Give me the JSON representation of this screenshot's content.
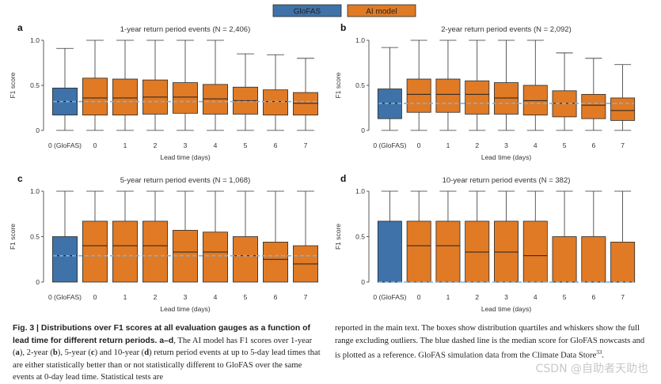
{
  "legend": {
    "items": [
      {
        "label": "GloFAS",
        "color": "#3f72a8"
      },
      {
        "label": "AI model",
        "color": "#e07a25"
      }
    ]
  },
  "reference_line_color": "#7fb0dc",
  "chart_data": [
    {
      "type": "box",
      "letter": "a",
      "title": "1-year return period events (N = 2,406)",
      "xlabel": "Lead time (days)",
      "ylabel": "F1 score",
      "ylim": [
        0,
        1.0
      ],
      "yticks": [
        "0",
        "0.5",
        "1.0"
      ],
      "categories": [
        "0 (GloFAS)",
        "0",
        "1",
        "2",
        "3",
        "4",
        "5",
        "6",
        "7"
      ],
      "reference_median": 0.32,
      "boxes": [
        {
          "model": "GloFAS",
          "min": 0,
          "q1": 0.17,
          "median": 0.32,
          "q3": 0.47,
          "max": 0.91
        },
        {
          "model": "AI model",
          "min": 0,
          "q1": 0.17,
          "median": 0.36,
          "q3": 0.58,
          "max": 1.0
        },
        {
          "model": "AI model",
          "min": 0,
          "q1": 0.17,
          "median": 0.36,
          "q3": 0.57,
          "max": 1.0
        },
        {
          "model": "AI model",
          "min": 0,
          "q1": 0.18,
          "median": 0.37,
          "q3": 0.56,
          "max": 1.0
        },
        {
          "model": "AI model",
          "min": 0,
          "q1": 0.19,
          "median": 0.37,
          "q3": 0.53,
          "max": 1.0
        },
        {
          "model": "AI model",
          "min": 0,
          "q1": 0.18,
          "median": 0.35,
          "q3": 0.51,
          "max": 1.0
        },
        {
          "model": "AI model",
          "min": 0,
          "q1": 0.18,
          "median": 0.33,
          "q3": 0.48,
          "max": 0.85
        },
        {
          "model": "AI model",
          "min": 0,
          "q1": 0.17,
          "median": 0.32,
          "q3": 0.45,
          "max": 0.84
        },
        {
          "model": "AI model",
          "min": 0,
          "q1": 0.17,
          "median": 0.3,
          "q3": 0.42,
          "max": 0.8
        }
      ]
    },
    {
      "type": "box",
      "letter": "b",
      "title": "2-year return period events (N = 2,092)",
      "xlabel": "Lead time (days)",
      "ylabel": "F1 score",
      "ylim": [
        0,
        1.0
      ],
      "yticks": [
        "0",
        "0.5",
        "1.0"
      ],
      "categories": [
        "0 (GloFAS)",
        "0",
        "1",
        "2",
        "3",
        "4",
        "5",
        "6",
        "7"
      ],
      "reference_median": 0.3,
      "boxes": [
        {
          "model": "GloFAS",
          "min": 0,
          "q1": 0.13,
          "median": 0.3,
          "q3": 0.46,
          "max": 0.92
        },
        {
          "model": "AI model",
          "min": 0,
          "q1": 0.2,
          "median": 0.4,
          "q3": 0.57,
          "max": 1.0
        },
        {
          "model": "AI model",
          "min": 0,
          "q1": 0.2,
          "median": 0.4,
          "q3": 0.57,
          "max": 1.0
        },
        {
          "model": "AI model",
          "min": 0,
          "q1": 0.18,
          "median": 0.4,
          "q3": 0.55,
          "max": 1.0
        },
        {
          "model": "AI model",
          "min": 0,
          "q1": 0.18,
          "median": 0.36,
          "q3": 0.53,
          "max": 1.0
        },
        {
          "model": "AI model",
          "min": 0,
          "q1": 0.17,
          "median": 0.33,
          "q3": 0.5,
          "max": 1.0
        },
        {
          "model": "AI model",
          "min": 0,
          "q1": 0.15,
          "median": 0.3,
          "q3": 0.44,
          "max": 0.86
        },
        {
          "model": "AI model",
          "min": 0,
          "q1": 0.13,
          "median": 0.28,
          "q3": 0.4,
          "max": 0.8
        },
        {
          "model": "AI model",
          "min": 0,
          "q1": 0.11,
          "median": 0.22,
          "q3": 0.36,
          "max": 0.73
        }
      ]
    },
    {
      "type": "box",
      "letter": "c",
      "title": "5-year return period events (N = 1,068)",
      "xlabel": "Lead time (days)",
      "ylabel": "F1 score",
      "ylim": [
        0,
        1.0
      ],
      "yticks": [
        "0",
        "0.5",
        "1.0"
      ],
      "categories": [
        "0 (GloFAS)",
        "0",
        "1",
        "2",
        "3",
        "4",
        "5",
        "6",
        "7"
      ],
      "reference_median": 0.29,
      "boxes": [
        {
          "model": "GloFAS",
          "min": 0,
          "q1": 0,
          "median": 0.29,
          "q3": 0.5,
          "max": 1.0
        },
        {
          "model": "AI model",
          "min": 0,
          "q1": 0,
          "median": 0.4,
          "q3": 0.67,
          "max": 1.0
        },
        {
          "model": "AI model",
          "min": 0,
          "q1": 0,
          "median": 0.4,
          "q3": 0.67,
          "max": 1.0
        },
        {
          "model": "AI model",
          "min": 0,
          "q1": 0,
          "median": 0.4,
          "q3": 0.67,
          "max": 1.0
        },
        {
          "model": "AI model",
          "min": 0,
          "q1": 0,
          "median": 0.33,
          "q3": 0.57,
          "max": 1.0
        },
        {
          "model": "AI model",
          "min": 0,
          "q1": 0,
          "median": 0.33,
          "q3": 0.55,
          "max": 1.0
        },
        {
          "model": "AI model",
          "min": 0,
          "q1": 0,
          "median": 0.29,
          "q3": 0.5,
          "max": 1.0
        },
        {
          "model": "AI model",
          "min": 0,
          "q1": 0,
          "median": 0.25,
          "q3": 0.44,
          "max": 1.0
        },
        {
          "model": "AI model",
          "min": 0,
          "q1": 0,
          "median": 0.2,
          "q3": 0.4,
          "max": 1.0
        }
      ]
    },
    {
      "type": "box",
      "letter": "d",
      "title": "10-year return period events (N = 382)",
      "xlabel": "Lead time (days)",
      "ylabel": "F1 score",
      "ylim": [
        0,
        1.0
      ],
      "yticks": [
        "0",
        "0.5",
        "1.0"
      ],
      "categories": [
        "0 (GloFAS)",
        "0",
        "1",
        "2",
        "3",
        "4",
        "5",
        "6",
        "7"
      ],
      "reference_median": 0,
      "boxes": [
        {
          "model": "GloFAS",
          "min": 0,
          "q1": 0,
          "median": 0,
          "q3": 0.67,
          "max": 1.0
        },
        {
          "model": "AI model",
          "min": 0,
          "q1": 0,
          "median": 0.4,
          "q3": 0.67,
          "max": 1.0
        },
        {
          "model": "AI model",
          "min": 0,
          "q1": 0,
          "median": 0.4,
          "q3": 0.67,
          "max": 1.0
        },
        {
          "model": "AI model",
          "min": 0,
          "q1": 0,
          "median": 0.33,
          "q3": 0.67,
          "max": 1.0
        },
        {
          "model": "AI model",
          "min": 0,
          "q1": 0,
          "median": 0.33,
          "q3": 0.67,
          "max": 1.0
        },
        {
          "model": "AI model",
          "min": 0,
          "q1": 0,
          "median": 0.29,
          "q3": 0.67,
          "max": 1.0
        },
        {
          "model": "AI model",
          "min": 0,
          "q1": 0,
          "median": 0,
          "q3": 0.5,
          "max": 1.0
        },
        {
          "model": "AI model",
          "min": 0,
          "q1": 0,
          "median": 0,
          "q3": 0.5,
          "max": 1.0
        },
        {
          "model": "AI model",
          "min": 0,
          "q1": 0,
          "median": 0,
          "q3": 0.44,
          "max": 1.0
        }
      ]
    }
  ],
  "caption": {
    "fig_label": "Fig. 3 | Distributions over F1 scores at all evaluation gauges as a function of lead time for different return periods.",
    "range_label": " a–d",
    "intro": ", The AI model has F1 scores over 1-year (",
    "p_a": "a",
    "t1": "), 2-year (",
    "p_b": "b",
    "t2": "), 5-year (",
    "p_c": "c",
    "t3": ") and 10-year (",
    "p_d": "d",
    "t4": ") return period events at up to 5-day lead times that are either statistically better than or not statistically different to GloFAS over the same events at 0-day lead time. Statistical tests are",
    "right_text": "reported in the main text. The boxes show distribution quartiles and whiskers show the full range excluding outliers. The blue dashed line is the median score for GloFAS nowcasts and is plotted as a reference. GloFAS simulation data from the Climate Data Store",
    "right_ref": "33",
    "right_end": "."
  },
  "watermark": "CSDN @自助者天助也"
}
